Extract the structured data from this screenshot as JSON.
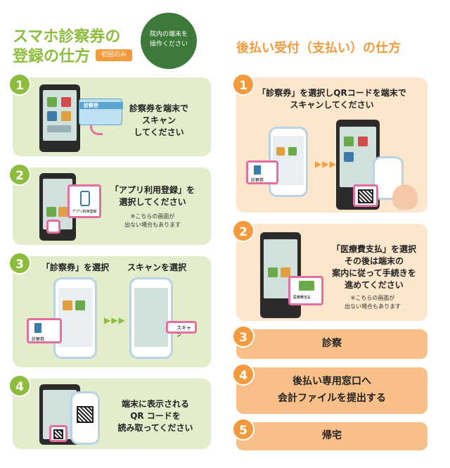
{
  "left": {
    "title_line1": "スマホ診察券の",
    "title_line2": "登録の仕方",
    "badge": "初回のみ",
    "bubble_line1": "院内の端末を",
    "bubble_line2": "操作ください",
    "steps": [
      {
        "num": "1",
        "lines": [
          "診察券を端末で",
          "スキャン",
          "してください"
        ],
        "card_label": "診察券"
      },
      {
        "num": "2",
        "lines": [
          "「アプリ利用登録」を",
          "選択してください"
        ],
        "note": [
          "※こちらの画面が",
          "出ない場合もあります"
        ],
        "popup_label": "アプリ利用登録"
      },
      {
        "num": "3",
        "label_a": "「診察券」を選択",
        "label_b": "スキャンを選択",
        "popup_a": "診察券",
        "popup_b": "スキャン"
      },
      {
        "num": "4",
        "lines": [
          "端末に表示される",
          "QR コードを",
          "読み取ってください"
        ]
      }
    ]
  },
  "right": {
    "title": "後払い受付（支払い）の仕方",
    "steps": [
      {
        "num": "1",
        "lines": [
          "「診察券」を選択しQRコードを端末で",
          "スキャンしてください"
        ],
        "popup": "診察券"
      },
      {
        "num": "2",
        "lines": [
          "「医療費支払」を選択",
          "その後は端末の",
          "案内に従って手続きを",
          "進めてください"
        ],
        "note": [
          "※こちらの画面が",
          "出ない場合もあります"
        ],
        "popup": "医療費支払"
      },
      {
        "num": "3",
        "label": "診察"
      },
      {
        "num": "4",
        "lines": [
          "後払い専用窓口へ",
          "会計ファイルを提出する"
        ]
      },
      {
        "num": "5",
        "label": "帰宅"
      }
    ]
  },
  "colors": {
    "green": "#8cbd3c",
    "green_panel": "#e3edcc",
    "orange": "#f29a3c",
    "orange_panel": "#fce6cc",
    "orange_bar": "#f8c088",
    "pink": "#e36fa0"
  }
}
